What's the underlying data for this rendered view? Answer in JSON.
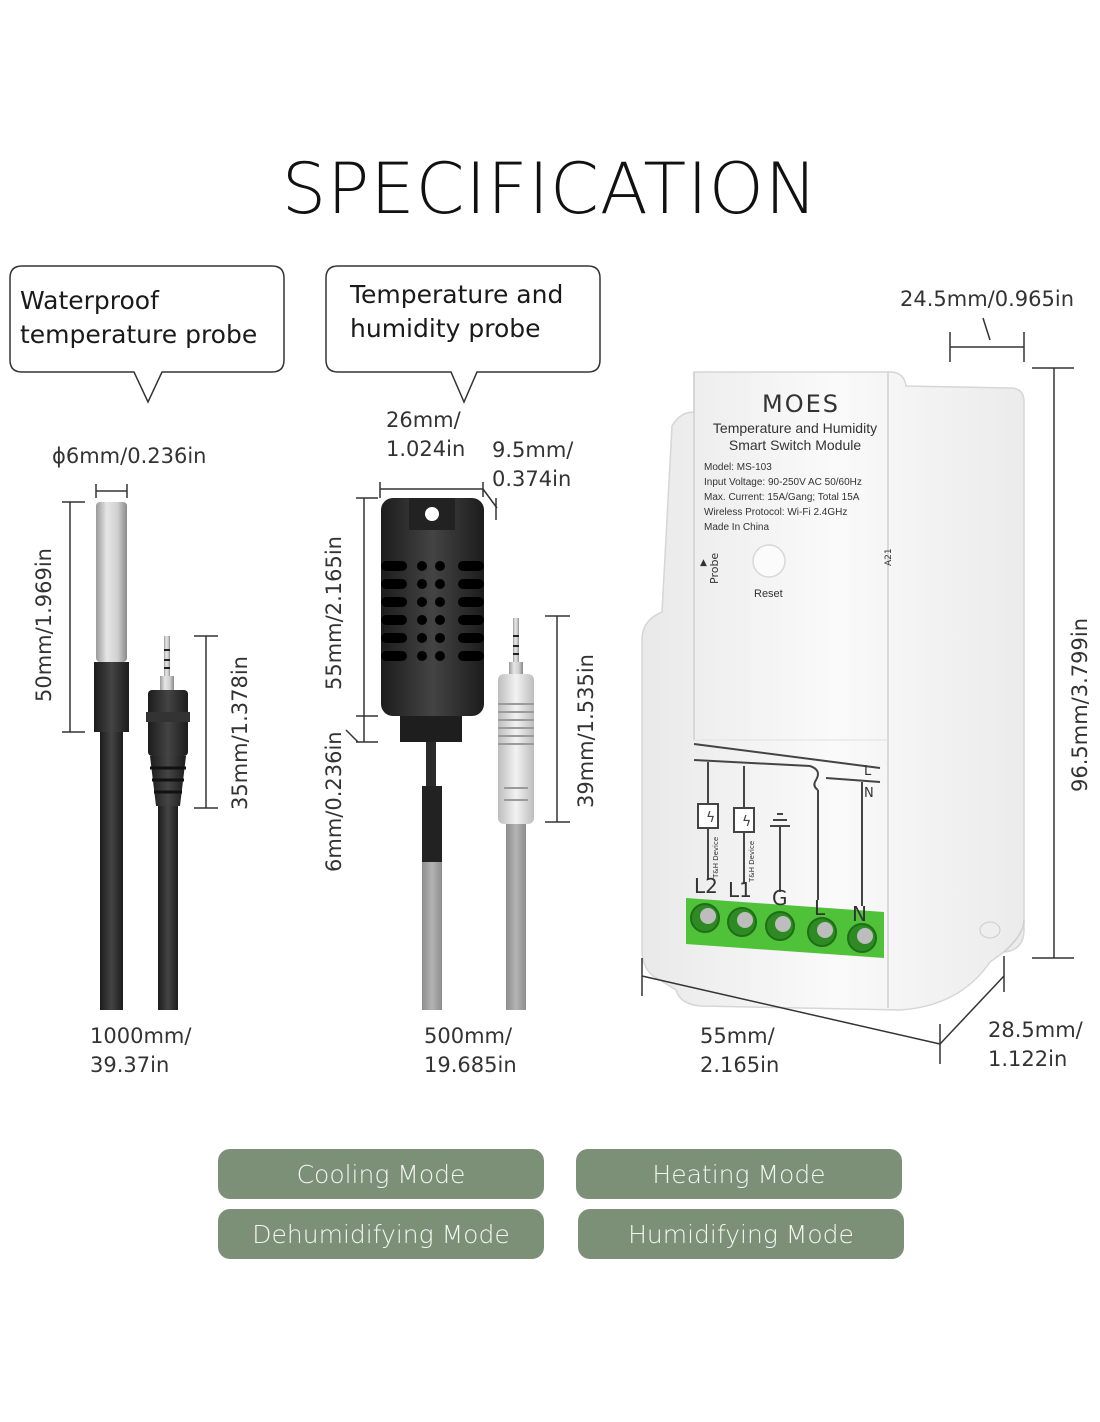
{
  "title": "SPECIFICATION",
  "probes": [
    {
      "name": "Waterproof temperature probe",
      "label_lines": [
        "Waterproof",
        "temperature probe"
      ],
      "diameter": "ϕ6mm/0.236in",
      "length": "50mm/1.969in",
      "plug_length": "35mm/1.378in",
      "cable": [
        "1000mm/",
        "39.37in"
      ]
    },
    {
      "name": "Temperature and humidity probe",
      "label_lines": [
        "Temperature and",
        "humidity probe"
      ],
      "width": [
        "26mm/",
        "1.024in"
      ],
      "depth": [
        "9.5mm/",
        "0.374in"
      ],
      "height": "55mm/2.165in",
      "neck": "6mm/0.236in",
      "plug_length": "39mm/1.535in",
      "cable": [
        "500mm/",
        "19.685in"
      ]
    }
  ],
  "module": {
    "brand": "MOES",
    "name_lines": [
      "Temperature and Humidity",
      "Smart Switch Module"
    ],
    "specs": [
      "Model: MS-103",
      "Input Voltage: 90-250V AC 50/60Hz",
      "Max. Current: 15A/Gang; Total 15A",
      "Wireless Protocol: Wi-Fi 2.4GHz",
      "Made In China"
    ],
    "probe_port_label": "Probe",
    "reset_label": "Reset",
    "side_code": "A21",
    "device_label": "T&H Device",
    "bus_labels": [
      "L",
      "N"
    ],
    "terminals": [
      "L2",
      "L1",
      "G",
      "L",
      "N"
    ],
    "terminal_color": "#4fc23a",
    "depth_top": "24.5mm/0.965in",
    "height": "96.5mm/3.799in",
    "width": [
      "55mm/",
      "2.165in"
    ],
    "depth": [
      "28.5mm/",
      "1.122in"
    ]
  },
  "modes": [
    "Cooling Mode",
    "Heating Mode",
    "Dehumidifying Mode",
    "Humidifying Mode"
  ],
  "mode_color": "#7b9077"
}
